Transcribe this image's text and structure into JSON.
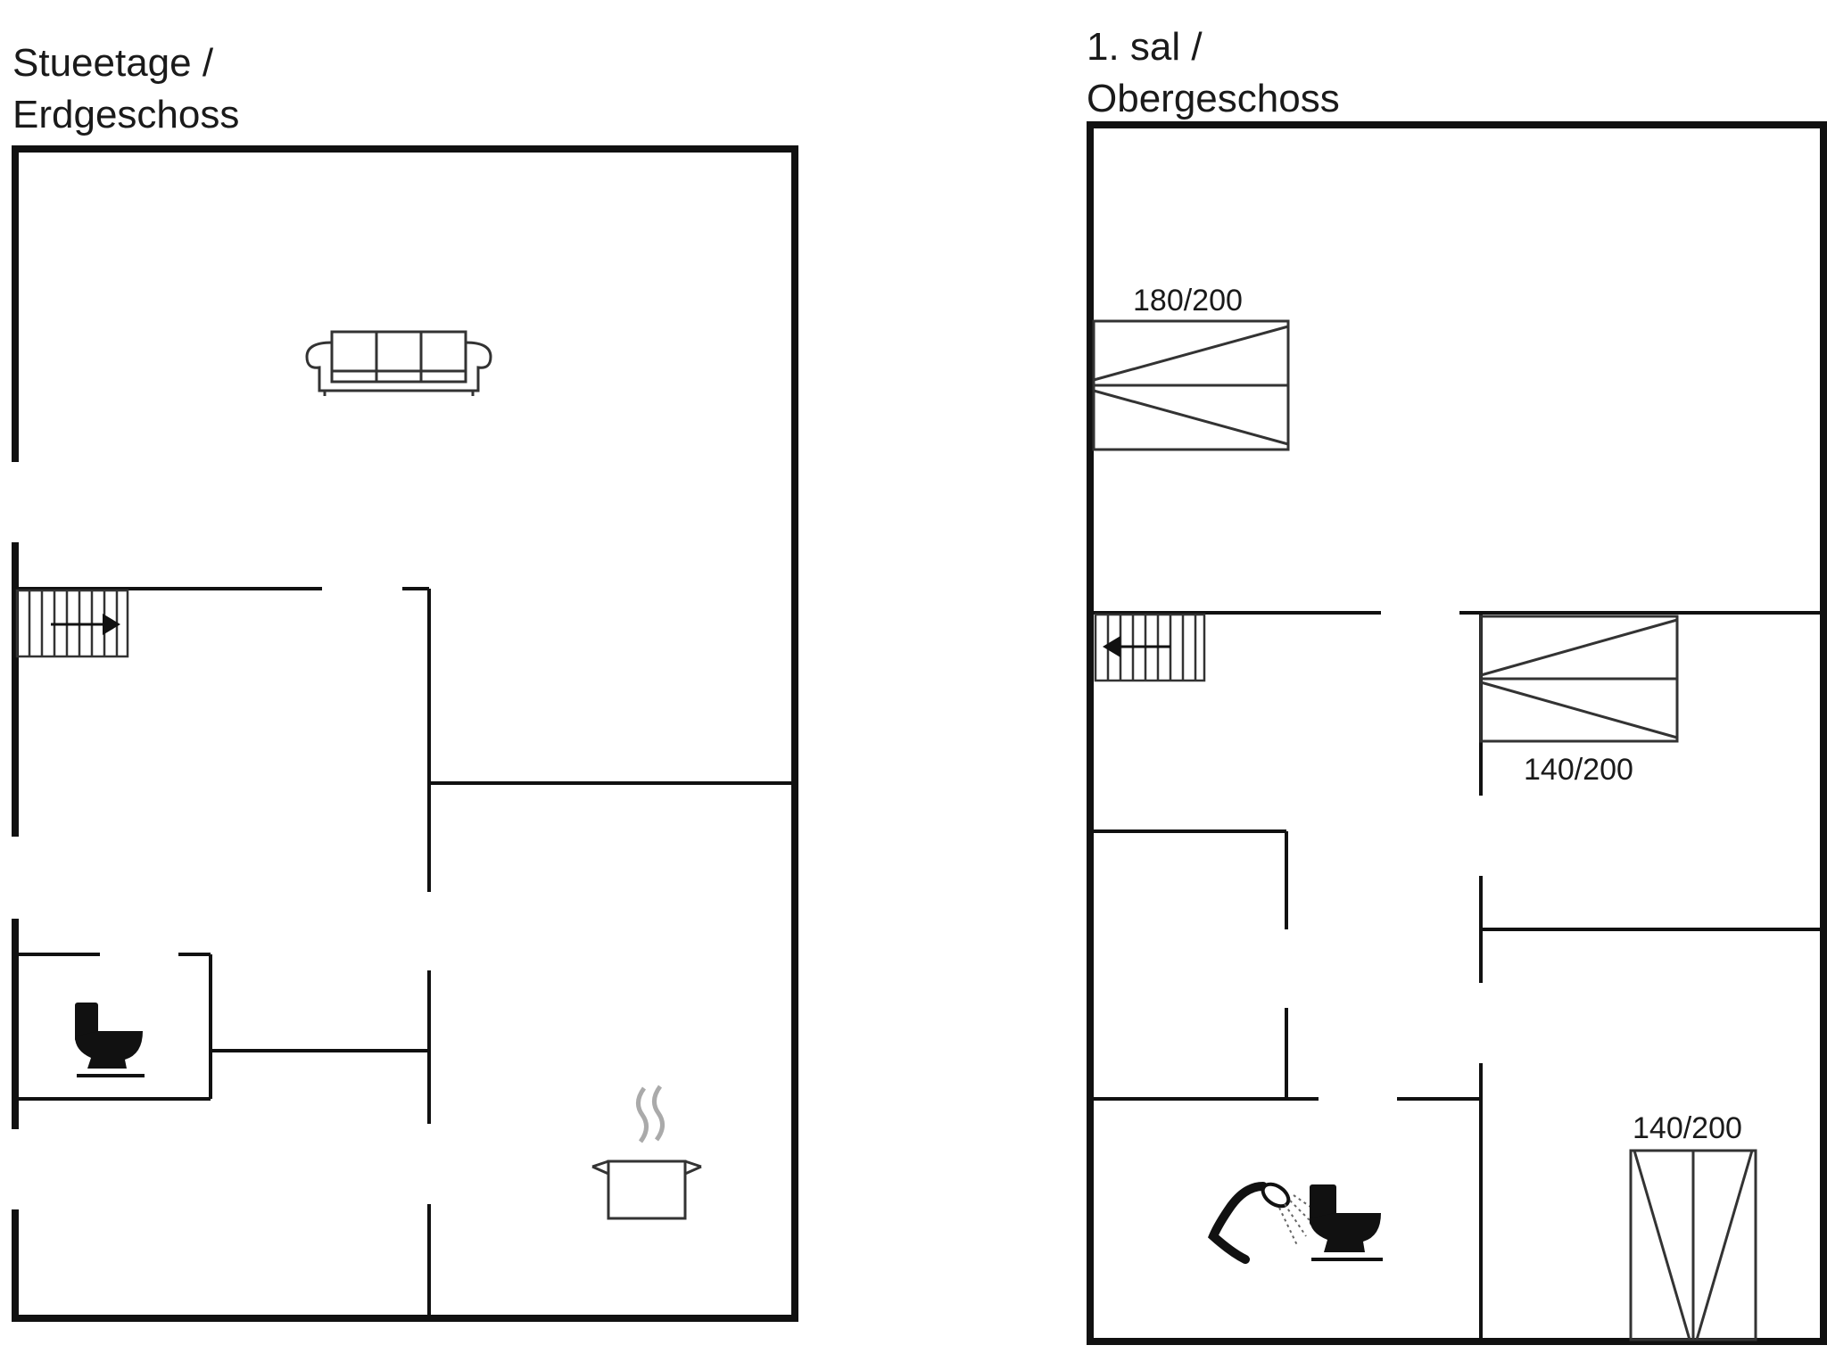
{
  "floors": {
    "ground": {
      "title_line1": "Stueetage /",
      "title_line2": "Erdgeschoss",
      "icons": [
        "sofa-icon",
        "stairs-icon",
        "toilet-icon",
        "cooking-pot-icon"
      ]
    },
    "upper": {
      "title_line1": "1. sal /",
      "title_line2": "Obergeschoss",
      "icons": [
        "double-bed-icon",
        "stairs-icon",
        "double-bed-icon",
        "shower-icon",
        "toilet-icon",
        "double-bed-icon"
      ],
      "beds": [
        {
          "size": "180/200"
        },
        {
          "size": "140/200"
        },
        {
          "size": "140/200"
        }
      ]
    }
  },
  "colors": {
    "wall": "#111111",
    "fixture": "#333333",
    "steam": "#aaaaaa"
  }
}
